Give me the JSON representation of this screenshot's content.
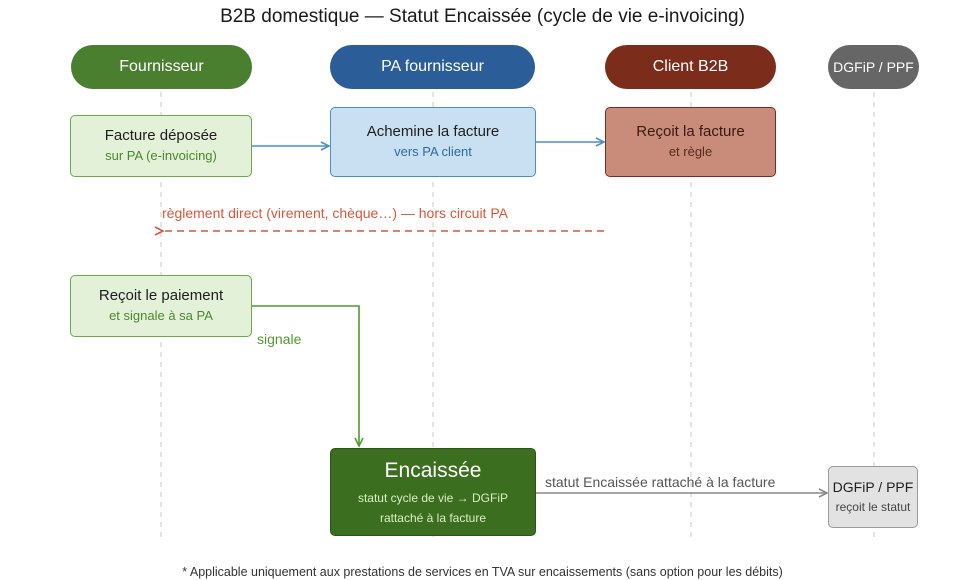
{
  "title": "B2B domestique — Statut Encaissée (cycle de vie e-invoicing)",
  "lanes": [
    {
      "label": "Fournisseur",
      "color": "#4a7f30"
    },
    {
      "label": "PA fournisseur",
      "color": "#2b5e99"
    },
    {
      "label": "Client B2B",
      "color": "#7b2c1a"
    },
    {
      "label": "DGFiP / PPF",
      "color": "#666666"
    }
  ],
  "boxes": {
    "facture_deposee": {
      "line1": "Facture déposée",
      "line2": "sur PA (e-invoicing)"
    },
    "achemine": {
      "line1": "Achemine la facture",
      "line2": "vers PA client"
    },
    "recoit_facture": {
      "line1": "Reçoit la facture",
      "line2": "et règle"
    },
    "recoit_paiement": {
      "line1": "Reçoit le paiement",
      "line2": "et signale à sa PA"
    },
    "encaissee": {
      "line1": "Encaissée",
      "line2": "statut cycle de vie → DGFiP",
      "line3": "rattaché à la facture"
    },
    "dgfip": {
      "line1": "DGFiP / PPF",
      "line2": "reçoit le statut"
    }
  },
  "labels": {
    "reglement": "règlement direct (virement, chèque…) — hors circuit PA",
    "signale": "signale",
    "statut_rattache": "statut Encaissée rattaché à la facture"
  },
  "colors": {
    "green_fill": "#e3f1d8",
    "green_border": "#6aaa4b",
    "green_text": "#4a8a2a",
    "blue_fill": "#c9e0f3",
    "blue_border": "#4a90c8",
    "blue_text": "#2d6aa0",
    "red_fill": "#c98b7a",
    "red_border": "#7b2c1a",
    "red_text": "#5a2a1a",
    "encaissee_fill": "#3c6e1f",
    "encaissee_border": "#2a5414",
    "encaissee_sub": "#d9efc4",
    "grey_fill": "#e2e2e2",
    "grey_border": "#9a9a9a",
    "dashed_red": "#d9573a",
    "signal_green": "#4f9a2f",
    "grey_arrow": "#888888"
  },
  "footnote": "* Applicable uniquement aux prestations de services en TVA sur encaissements (sans option pour les débits)"
}
